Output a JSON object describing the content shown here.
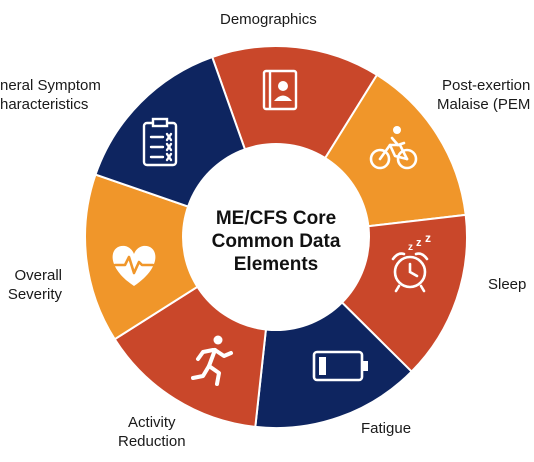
{
  "center": {
    "lines": [
      "ME/CFS Core",
      "Common Data",
      "Elements"
    ]
  },
  "colors": {
    "red": "#C9472A",
    "orange": "#F0962A",
    "navy": "#0E2560",
    "white": "#FFFFFF",
    "text": "#1A1A1A"
  },
  "segments": [
    {
      "key": "demographics",
      "lines": [
        "Demographics"
      ],
      "color": "#C9472A",
      "icon": "contact-book-icon"
    },
    {
      "key": "pem",
      "lines": [
        "Post-exertion",
        "Malaise (PEM"
      ],
      "color": "#F0962A",
      "icon": "cyclist-icon"
    },
    {
      "key": "sleep",
      "lines": [
        "Sleep"
      ],
      "color": "#C9472A",
      "icon": "alarm-clock-zzz-icon"
    },
    {
      "key": "fatigue",
      "lines": [
        "Fatigue"
      ],
      "color": "#0E2560",
      "icon": "low-battery-icon"
    },
    {
      "key": "activity",
      "lines": [
        "Activity",
        "Reduction"
      ],
      "color": "#C9472A",
      "icon": "running-person-icon"
    },
    {
      "key": "severity",
      "lines": [
        "Overall",
        "Severity"
      ],
      "color": "#F0962A",
      "icon": "heart-pulse-icon"
    },
    {
      "key": "symptom",
      "lines": [
        "neral Symptom",
        "haracteristics"
      ],
      "color": "#0E2560",
      "icon": "clipboard-checklist-icon"
    }
  ]
}
